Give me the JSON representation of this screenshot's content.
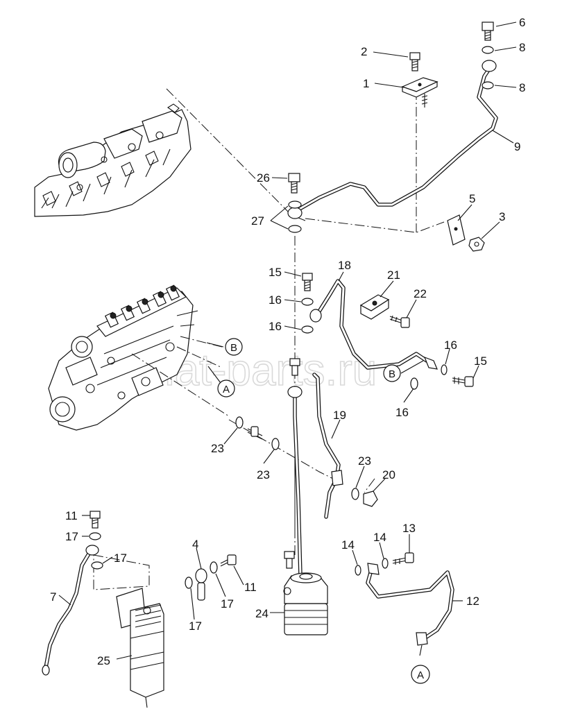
{
  "watermark": "autofiat-parts.ru",
  "callouts": [
    "1",
    "2",
    "3",
    "4",
    "5",
    "6",
    "7",
    "8",
    "8",
    "9",
    "11",
    "11",
    "12",
    "13",
    "14",
    "14",
    "15",
    "15",
    "16",
    "16",
    "16",
    "16",
    "17",
    "17",
    "17",
    "17",
    "18",
    "19",
    "20",
    "21",
    "22",
    "23",
    "23",
    "23",
    "24",
    "25",
    "26",
    "27"
  ],
  "refs": [
    "A",
    "A",
    "B",
    "B"
  ]
}
